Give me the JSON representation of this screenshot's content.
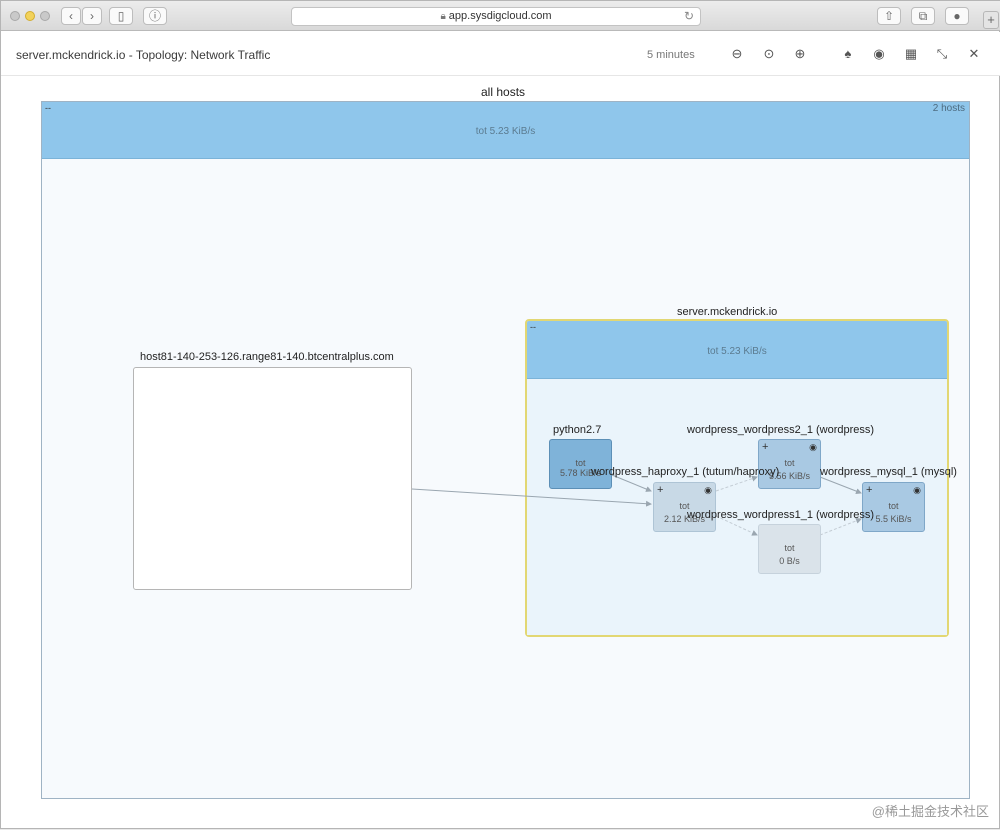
{
  "browser": {
    "url": "app.sysdigcloud.com"
  },
  "app": {
    "title": "server.mckendrick.io - Topology: Network Traffic",
    "time_range": "5 minutes"
  },
  "topology": {
    "all_hosts": {
      "label": "all hosts",
      "collapse": "--",
      "count": "2 hosts",
      "total": "tot 5.23 KiB/s"
    },
    "host1": {
      "label": "host81-140-253-126.range81-140.btcentralplus.com"
    },
    "server": {
      "label": "server.mckendrick.io",
      "collapse": "--",
      "total": "tot 5.23 KiB/s"
    },
    "nodes": [
      {
        "id": "python",
        "label": "python2.7",
        "tot": "tot",
        "value": "5.78 KiB/s"
      },
      {
        "id": "haproxy",
        "label": "wordpress_haproxy_1 (tutum/haproxy)",
        "tot": "tot",
        "value": "2.12 KiB/s"
      },
      {
        "id": "wp2",
        "label": "wordpress_wordpress2_1 (wordpress)",
        "tot": "tot",
        "value": "5.56 KiB/s"
      },
      {
        "id": "wp1",
        "label": "wordpress_wordpress1_1 (wordpress)",
        "tot": "tot",
        "value": "0 B/s"
      },
      {
        "id": "mysql",
        "label": "wordpress_mysql_1 (mysql)",
        "tot": "tot",
        "value": "5.5 KiB/s"
      }
    ]
  },
  "watermark": "@稀土掘金技术社区"
}
